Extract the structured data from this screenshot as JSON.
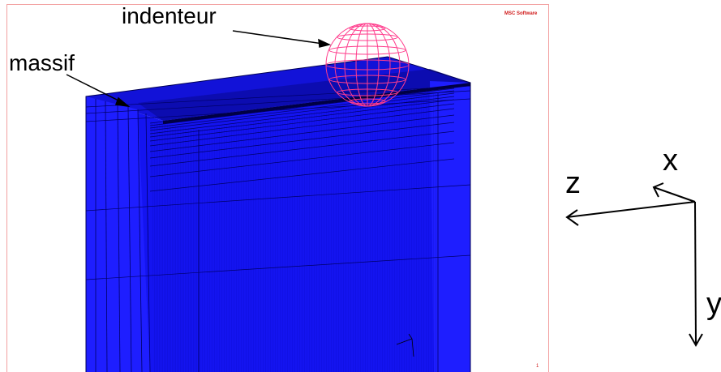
{
  "labels": {
    "indenter": "indenteur",
    "solid": "massif"
  },
  "axes": {
    "x": "x",
    "y": "y",
    "z": "z"
  },
  "logo_text": "MSC Software",
  "page_number": "1",
  "colors": {
    "solid_fill": "#1414f0",
    "solid_face_light": "#2a2aff",
    "mesh_lines": "#000066",
    "indenter_wire": "#ff3c8c",
    "frame_border": "#f2a0a0"
  }
}
